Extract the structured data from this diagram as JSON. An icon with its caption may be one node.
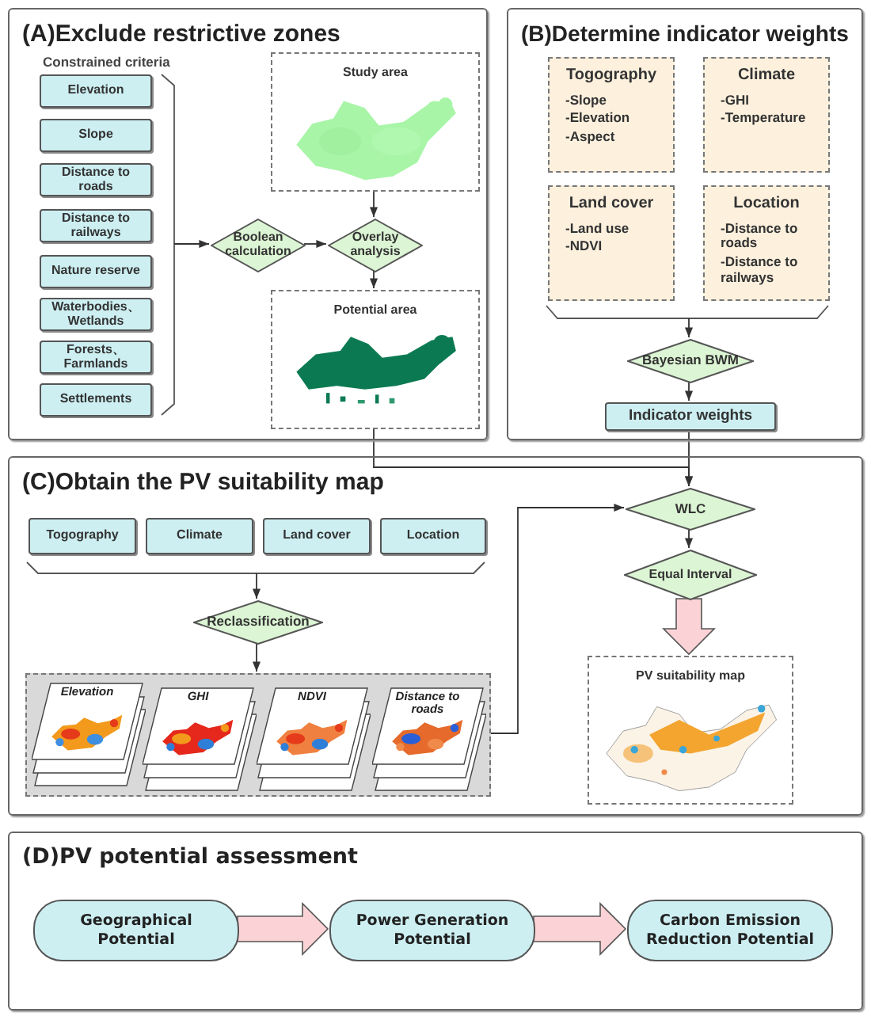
{
  "diagram": {
    "nodes": [
      {
        "text": [
          "(A)Exclude restrictive zones"
        ]
      },
      {
        "text": [
          "Elevation"
        ],
        "in": 0
      },
      {
        "text": [
          "Slope"
        ],
        "in": 0
      },
      {
        "text": [
          "Distance to roads"
        ],
        "in": 0
      },
      {
        "text": [
          "Distance to railways"
        ],
        "in": 0
      },
      {
        "text": [
          "Nature reserve"
        ],
        "in": 0
      },
      {
        "text": [
          "Waterbodies、Wetlands"
        ],
        "in": 0
      },
      {
        "text": [
          "Forests、Farmlands"
        ],
        "in": 0
      },
      {
        "text": [
          "Settlements"
        ],
        "in": 0
      },
      {
        "text": [
          "Study area"
        ],
        "in": 0
      },
      {
        "text": [
          "Boolean calculation"
        ],
        "in": 0
      },
      {
        "text": [
          "Overlay analysis"
        ],
        "in": 0
      },
      {
        "text": [
          "Potential area"
        ],
        "in": 0
      },
      {
        "text": [
          "(B)Determine indicator weights"
        ]
      },
      {
        "text": [
          "Togography",
          "-Slope",
          "-Elevation",
          "-Aspect"
        ],
        "in": 13
      },
      {
        "text": [
          "Climate",
          "-GHI",
          "-Temperature"
        ],
        "in": 13
      },
      {
        "text": [
          "Land cover",
          "-Land use",
          "-NDVI"
        ],
        "in": 13
      },
      {
        "text": [
          "Location",
          "-Distance to roads",
          "-Distance to railways"
        ],
        "in": 13
      },
      {
        "text": [
          "Bayesian BWM"
        ],
        "in": 13
      },
      {
        "text": [
          "Indicator weights"
        ],
        "in": 13
      },
      {
        "text": [
          "(C)Obtain the PV suitability map"
        ]
      },
      {
        "text": [
          "Togography"
        ],
        "in": 20
      },
      {
        "text": [
          "Climate"
        ],
        "in": 20
      },
      {
        "text": [
          "Land cover"
        ],
        "in": 20
      },
      {
        "text": [
          "Location"
        ],
        "in": 20
      },
      {
        "text": [
          "Reclassification"
        ],
        "in": 20
      },
      {
        "text": [],
        "shape": "box",
        "in": 20
      },
      {
        "text": [
          "Elevation"
        ],
        "in": 26
      },
      {
        "text": [
          "GHI"
        ],
        "in": 26
      },
      {
        "text": [
          "NDVI"
        ],
        "in": 26
      },
      {
        "text": [
          "Distance to roads"
        ],
        "in": 26
      },
      {
        "text": [
          "WLC"
        ],
        "in": 20
      },
      {
        "text": [
          "Equal Interval"
        ],
        "in": 20
      },
      {
        "text": [
          "PV suitability map"
        ],
        "in": 20
      },
      {
        "text": [
          "(D)PV potential assessment"
        ]
      },
      {
        "text": [
          "Geographical Potential"
        ],
        "in": 34
      },
      {
        "text": [
          "Power Generation Potential"
        ],
        "in": 34
      },
      {
        "text": [
          "Carbon Emission Reduction Potential"
        ],
        "in": 34
      }
    ],
    "edges": [
      {
        "from": null,
        "to": 10,
        "arrow": "to"
      },
      {
        "from": 9,
        "to": 11,
        "arrow": "to"
      },
      {
        "from": 10,
        "to": 11,
        "arrow": "to"
      },
      {
        "from": 11,
        "to": 12,
        "arrow": "to"
      },
      {
        "from": null,
        "to": 18,
        "arrow": "to"
      },
      {
        "from": 18,
        "to": 19,
        "arrow": "to"
      },
      {
        "from": 19,
        "to": 31,
        "arrow": "to"
      },
      {
        "from": 12,
        "to": 31,
        "arrow": "to"
      },
      {
        "from": null,
        "to": 25,
        "arrow": "to"
      },
      {
        "from": 25,
        "to": 26,
        "arrow": "to"
      },
      {
        "from": 26,
        "to": 31,
        "arrow": "to"
      },
      {
        "from": 31,
        "to": 32,
        "arrow": "to"
      },
      {
        "from": 32,
        "to": 33,
        "arrow": "to",
        "style": "thick",
        "color": "#fbd3d6"
      },
      {
        "from": 35,
        "to": 36,
        "arrow": "to",
        "style": "thick",
        "color": "#fbd3d6"
      },
      {
        "from": 36,
        "to": 37,
        "arrow": "to",
        "style": "thick",
        "color": "#fbd3d6"
      }
    ],
    "labels": [
      "Constrained criteria"
    ]
  }
}
